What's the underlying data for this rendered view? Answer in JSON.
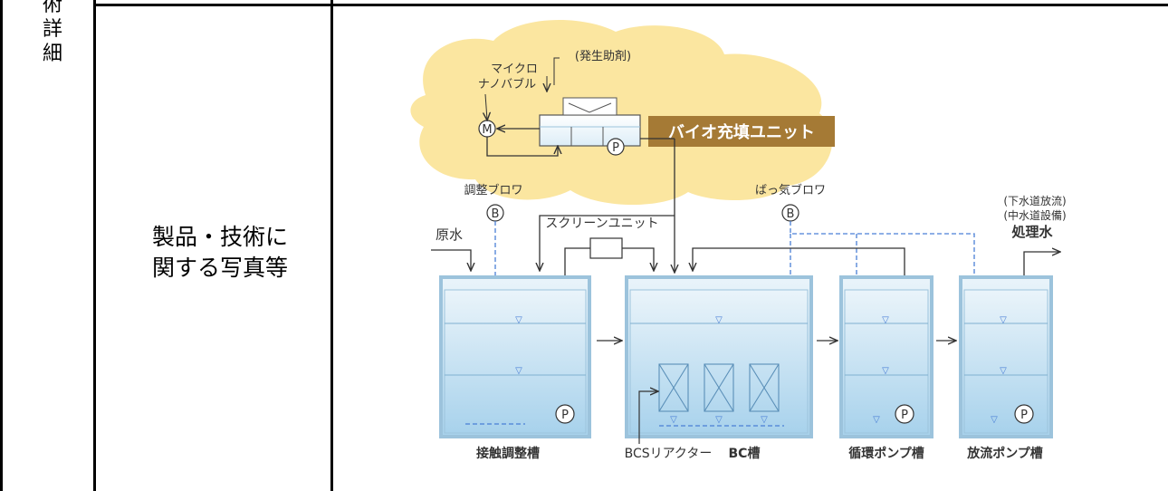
{
  "side_text": [
    "術",
    "詳",
    "細"
  ],
  "row_label": [
    "製品・技術に",
    "関する写真等"
  ],
  "diagram": {
    "micro_label": [
      "マイクロ",
      "ナノバブル"
    ],
    "additive_label": "(発生助剤)",
    "bio_unit_label": "バイオ充填ユニット",
    "adjust_blower_label": "調整ブロワ",
    "aeration_blower_label": "ばっ気ブロワ",
    "raw_water_label": "原水",
    "screen_unit_label": "スクリーンユニット",
    "discharge_note": [
      "(下水道放流)",
      "(中水道設備)"
    ],
    "treated_water_label": "処理水",
    "tank_labels": [
      "接触調整槽",
      "BC槽",
      "循環ポンプ槽",
      "放流ポンプ槽"
    ],
    "reactor_label": "BCSリアクター",
    "symbol_m": "M",
    "symbol_p": "P",
    "symbol_b": "B",
    "colors": {
      "bio_cloud": "#fbe6a0",
      "bio_label_bg": "#a57a35",
      "water": "#cfe6f3",
      "water_deep": "#a8d2ec",
      "tank_border": "#9cc3dc"
    }
  }
}
